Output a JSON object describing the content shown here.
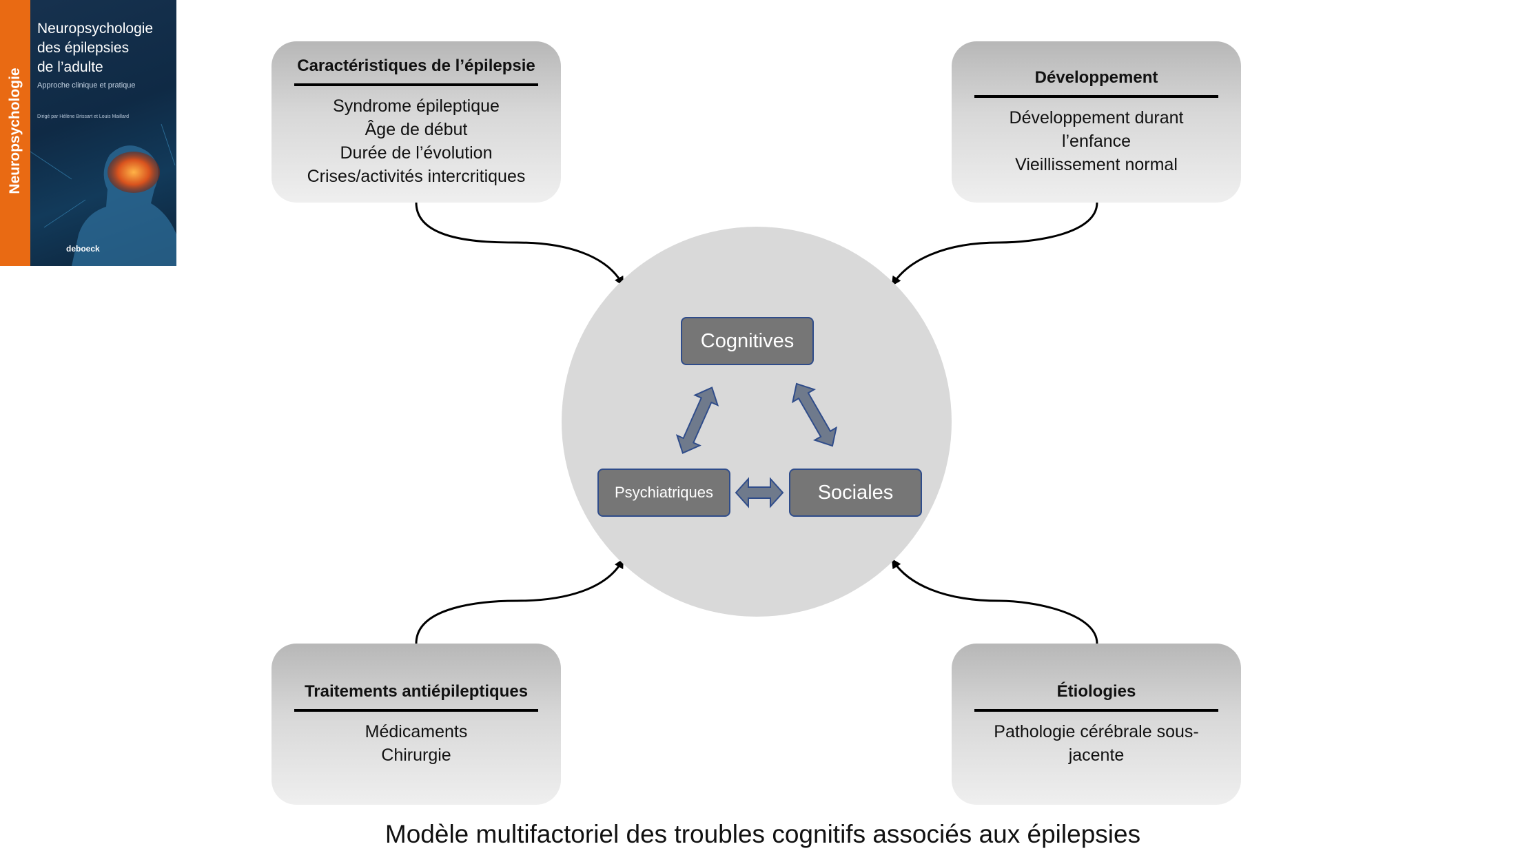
{
  "book_cover": {
    "series": "Neuropsychologie",
    "title_lines": [
      "Neuropsychologie",
      "des épilepsies",
      "de l’adulte"
    ],
    "subtitle": "Approche clinique et pratique",
    "authors": "Dirigé par Hélène Brissart et Louis Maillard",
    "publisher": "deboeck"
  },
  "factors": {
    "caracteristiques": {
      "title": "Caractéristiques de l’épilepsie",
      "items": [
        "Syndrome épileptique",
        "Âge de début",
        "Durée de l’évolution",
        "Crises/activités intercritiques"
      ]
    },
    "developpement": {
      "title": "Développement",
      "items": [
        "Développement durant l’enfance",
        "Vieillissement normal"
      ]
    },
    "traitements": {
      "title": "Traitements antiépileptiques",
      "items": [
        "Médicaments",
        "Chirurgie"
      ]
    },
    "etiologies": {
      "title": "Étiologies",
      "items": [
        "Pathologie cérébrale sous-jacente"
      ]
    }
  },
  "domains": {
    "cognitives": "Cognitives",
    "psychiatriques": "Psychiatriques",
    "sociales": "Sociales"
  },
  "caption": "Modèle multifactoriel des troubles cognitifs associés aux épilepsies",
  "colors": {
    "cover_accent": "#e96a13",
    "domain_fill": "#767676",
    "domain_border": "#2f4c8a",
    "circle_fill": "#d9d9d9"
  }
}
